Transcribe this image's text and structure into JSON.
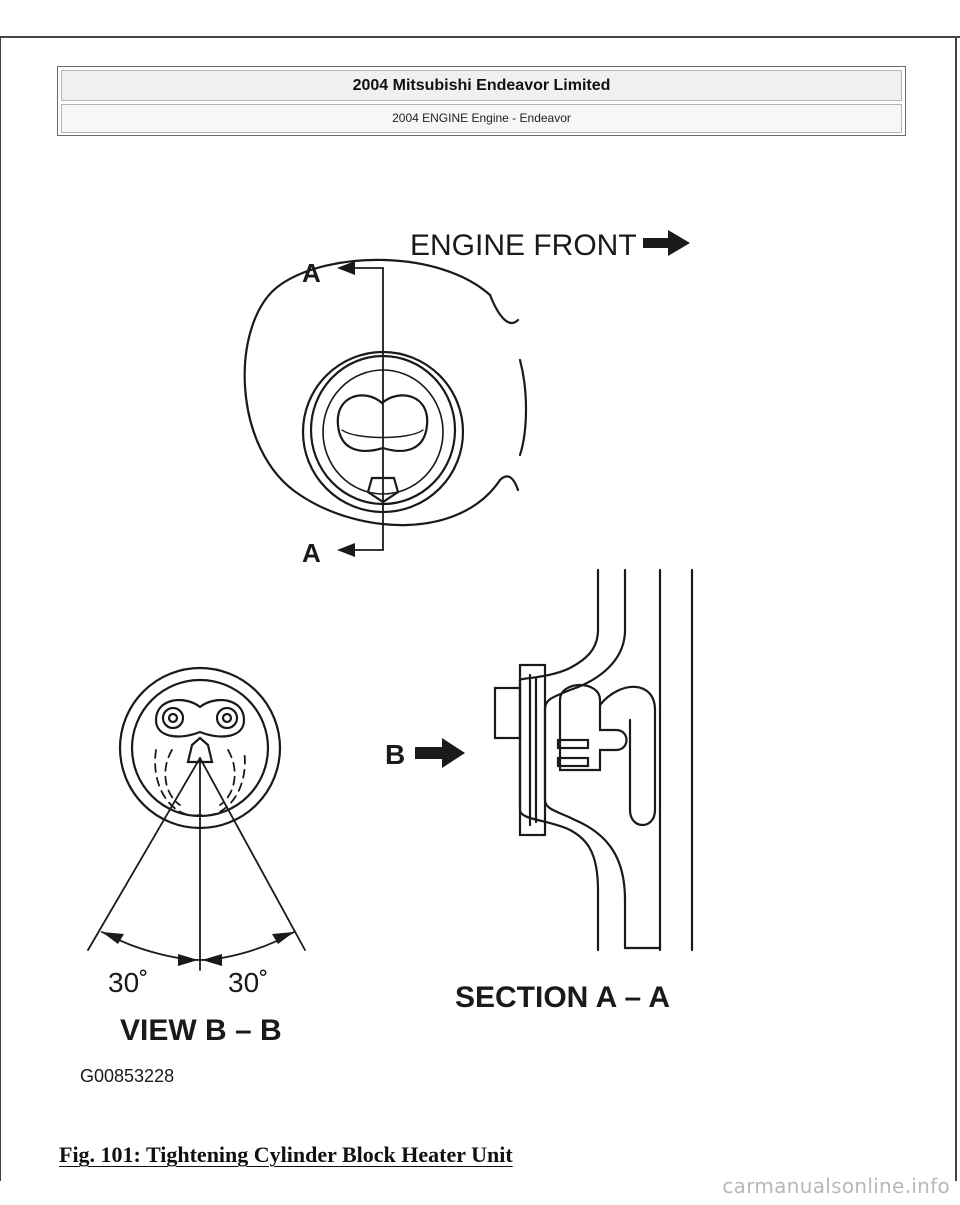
{
  "header": {
    "title": "2004 Mitsubishi Endeavor Limited",
    "subtitle": "2004 ENGINE Engine - Endeavor"
  },
  "figure": {
    "engine_front_label": "ENGINE FRONT",
    "label_a_top": "A",
    "label_a_bottom": "A",
    "label_b": "B",
    "angle_left": "30˚",
    "angle_right": "30˚",
    "view_label": "VIEW B – B",
    "section_label": "SECTION A – A",
    "figure_code": "G00853228"
  },
  "caption": "Fig. 101: Tightening Cylinder Block Heater Unit",
  "watermark": "carmanualsonline.info",
  "icons": [
    "arrow-right-icon",
    "arrow-left-icon"
  ]
}
